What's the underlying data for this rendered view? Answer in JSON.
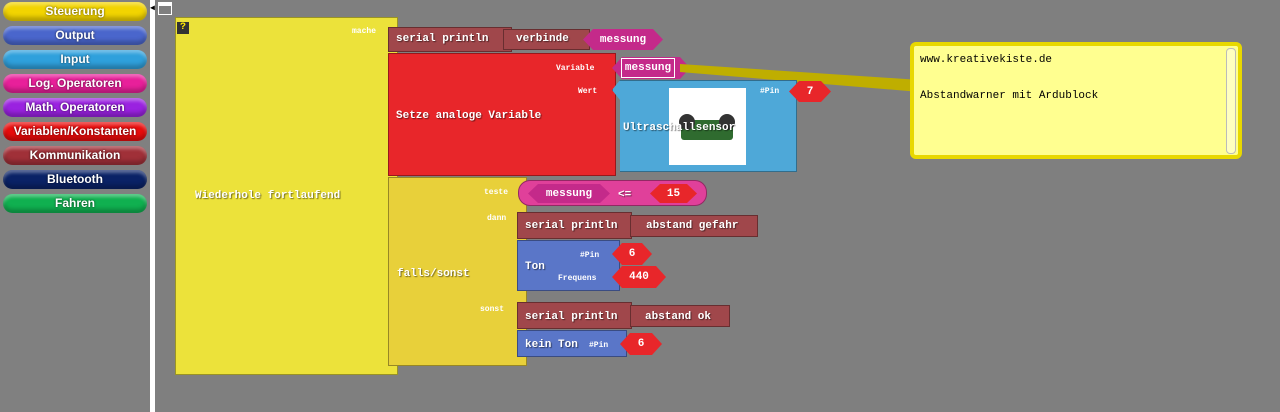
{
  "sidebar": {
    "categories": [
      {
        "label": "Steuerung",
        "color": "#f2d400"
      },
      {
        "label": "Output",
        "color": "#4a66cc"
      },
      {
        "label": "Input",
        "color": "#2fa0dc"
      },
      {
        "label": "Log. Operatoren",
        "color": "#e8209a"
      },
      {
        "label": "Math. Operatoren",
        "color": "#9a22e0"
      },
      {
        "label": "Variablen/Konstanten",
        "color": "#e80c0c"
      },
      {
        "label": "Kommunikation",
        "color": "#a03038"
      },
      {
        "label": "Bluetooth",
        "color": "#0a2266"
      },
      {
        "label": "Fahren",
        "color": "#10b050"
      }
    ]
  },
  "loop": {
    "help": "?",
    "mache": "mache",
    "label": "Wiederhole fortlaufend"
  },
  "print1": {
    "label": "serial println",
    "verbinde": "verbinde",
    "var": "messung"
  },
  "setvar": {
    "label": "Setze analoge Variable",
    "variable": "Variable",
    "wert": "Wert",
    "var": "messung"
  },
  "sensor": {
    "label": "Ultraschallsensor",
    "pin_label": "#Pin",
    "pin": "7"
  },
  "ifelse": {
    "label": "falls/sonst",
    "teste": "teste",
    "dann": "dann",
    "sonst": "sonst"
  },
  "compare": {
    "var": "messung",
    "op": "<=",
    "value": "15"
  },
  "print2": {
    "label": "serial println",
    "text": "abstand gefahr"
  },
  "ton": {
    "label": "Ton",
    "pin_label": "#Pin",
    "pin": "6",
    "freq_label": "Frequens",
    "freq": "440"
  },
  "print3": {
    "label": "serial println",
    "text": "abstand ok"
  },
  "keinton": {
    "label": "kein Ton",
    "pin_label": "#Pin",
    "pin": "6"
  },
  "comment": {
    "line1": "www.kreativekiste.de",
    "line2": "Abstandwarner mit Ardublock"
  }
}
